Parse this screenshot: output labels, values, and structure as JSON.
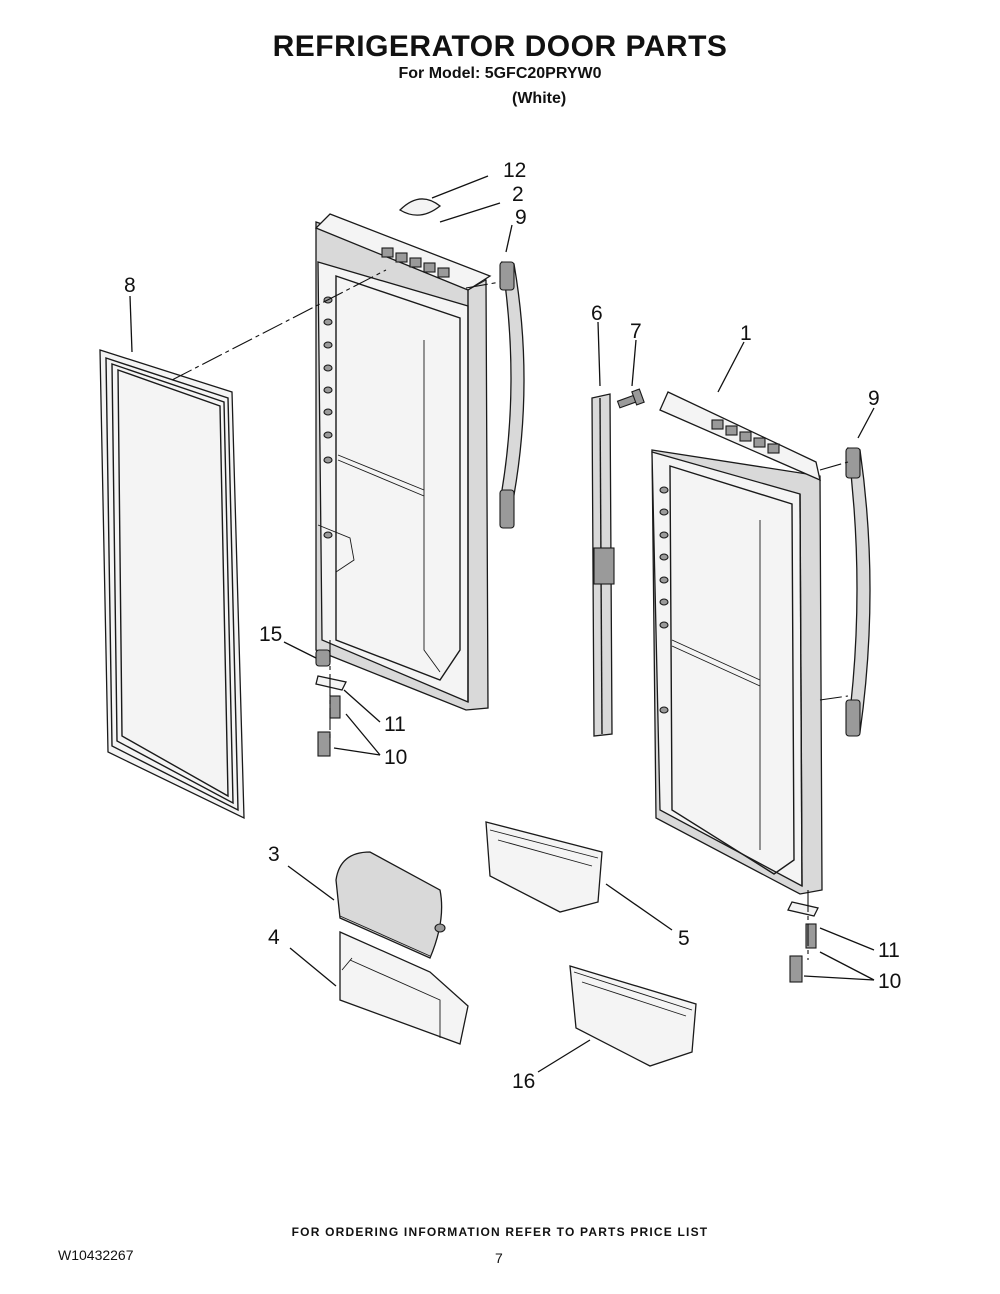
{
  "header": {
    "title": "REFRIGERATOR DOOR PARTS",
    "model_line": "For Model: 5GFC20PRYW0",
    "color_line": "(White)"
  },
  "footer": {
    "ordering_note": "FOR ORDERING INFORMATION REFER TO PARTS PRICE LIST",
    "document_number": "W10432267",
    "page_number": "7"
  },
  "callouts": {
    "c12": "12",
    "c2": "2",
    "c9_left": "9",
    "c8": "8",
    "c6": "6",
    "c7": "7",
    "c1": "1",
    "c9_right": "9",
    "c15": "15",
    "c11_left": "11",
    "c10_left": "10",
    "c3": "3",
    "c4": "4",
    "c5": "5",
    "c11_right": "11",
    "c10_right": "10",
    "c16": "16"
  }
}
